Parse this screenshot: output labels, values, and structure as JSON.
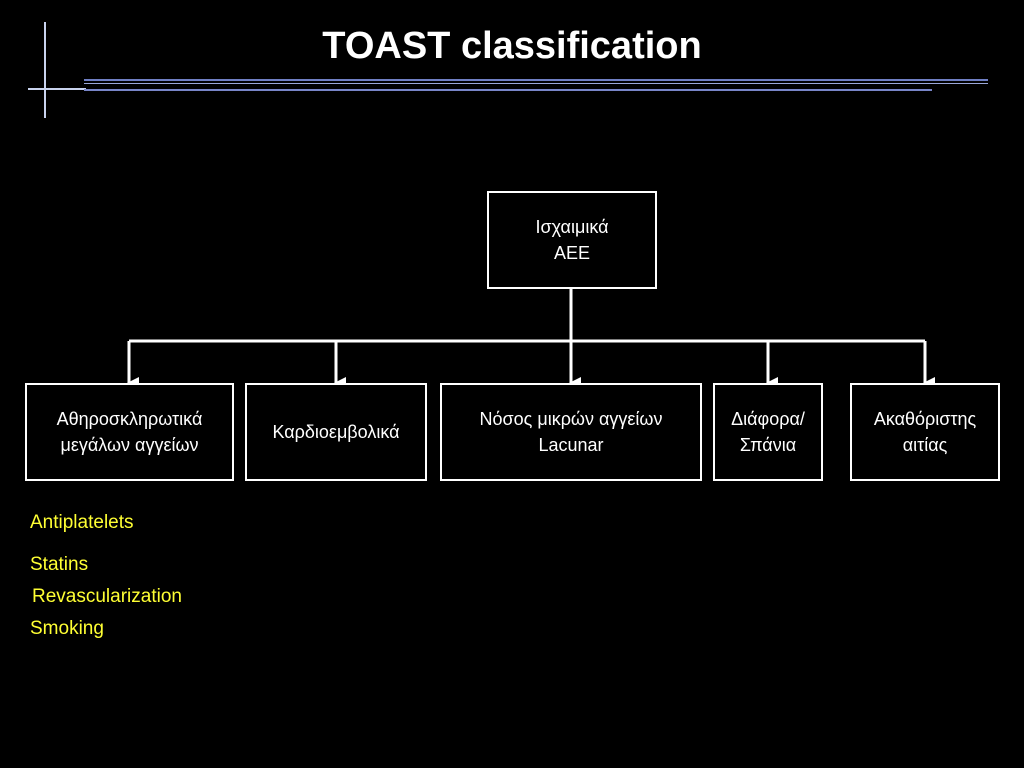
{
  "slide": {
    "title": "TOAST classification"
  },
  "diagram": {
    "root": {
      "label": "Ισχαιμικά\nΑΕΕ"
    },
    "children": [
      {
        "label": "Αθηροσκληρωτικά\nμεγάλων αγγείων"
      },
      {
        "label": "Καρδιοεμβολικά"
      },
      {
        "label": "Νόσος μικρών αγγείων\nLacunar"
      },
      {
        "label": "Διάφορα/\nΣπάνια"
      },
      {
        "label": "Ακαθόριστης\nαιτίας"
      }
    ]
  },
  "notes": {
    "items": [
      "Antiplatelets",
      "Statins",
      "Revascularization",
      "Smoking"
    ],
    "color": "#ffff33"
  },
  "colors": {
    "background": "#000000",
    "text": "#ffffff",
    "accent_line": "#6f7fc4"
  }
}
